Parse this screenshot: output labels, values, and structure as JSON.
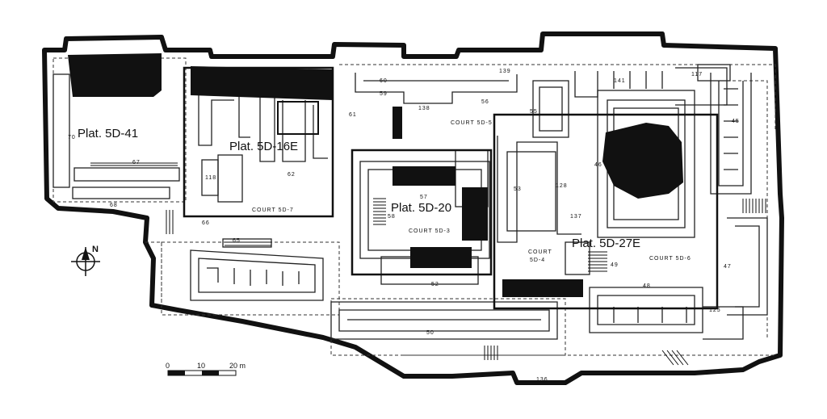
{
  "platforms": {
    "p41": "Plat. 5D-41",
    "p16": "Plat. 5D-16E",
    "p20": "Plat. 5D-20",
    "p27": "Plat. 5D-27E"
  },
  "courts": {
    "c7": "COURT 5D-7",
    "c3": "COURT 5D-3",
    "c4a": "COURT",
    "c4b": "5D-4",
    "c6": "COURT 5D-6",
    "c5": "COURT 5D-5"
  },
  "structures": {
    "s70": "70",
    "s67": "67",
    "s68": "68",
    "s118": "118",
    "s62": "62",
    "s61": "61",
    "s66": "66",
    "s65": "65",
    "s138": "138",
    "s56": "56",
    "s55": "55",
    "s57": "57",
    "s58": "58",
    "s52": "52",
    "s53": "53",
    "s128": "128",
    "s137": "137",
    "s141": "141",
    "s46": "46",
    "s45": "45",
    "s47": "47",
    "s49": "49",
    "s48": "48",
    "s125": "125",
    "s50": "50",
    "s136": "136",
    "s139": "139",
    "s60": "60",
    "s59": "59",
    "s117": "117"
  },
  "north": {
    "label": "N"
  },
  "scale": {
    "tick0": "0",
    "tick1": "10",
    "tick2": "20 m"
  }
}
